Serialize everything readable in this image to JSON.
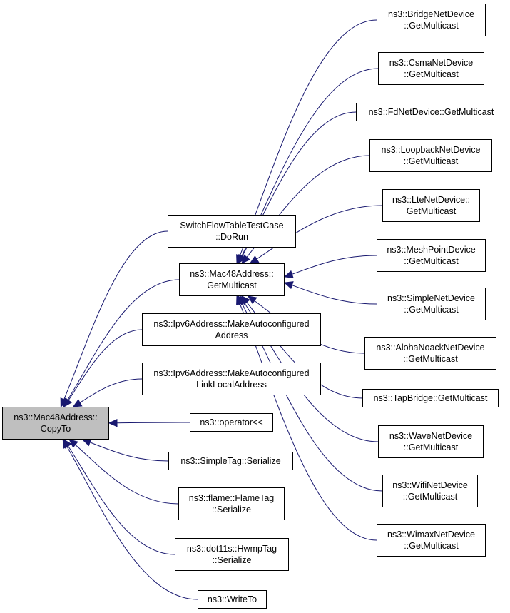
{
  "colors": {
    "edge": "#191970",
    "root_fill": "#bfbfbf",
    "node_fill": "#ffffff",
    "border": "#000000"
  },
  "nodes": {
    "root": [
      "ns3::Mac48Address::",
      "CopyTo"
    ],
    "switch_flow": [
      "SwitchFlowTableTestCase",
      "::DoRun"
    ],
    "mac48_getmulticast": [
      "ns3::Mac48Address::",
      "GetMulticast"
    ],
    "ipv6_autoconf": [
      "ns3::Ipv6Address::MakeAutoconfigured",
      "Address"
    ],
    "ipv6_linklocal": [
      "ns3::Ipv6Address::MakeAutoconfigured",
      "LinkLocalAddress"
    ],
    "operator_shift": [
      "ns3::operator<<"
    ],
    "simpletag_serialize": [
      "ns3::SimpleTag::Serialize"
    ],
    "flametag_serialize": [
      "ns3::flame::FlameTag",
      "::Serialize"
    ],
    "hwmptag_serialize": [
      "ns3::dot11s::HwmpTag",
      "::Serialize"
    ],
    "writeto": [
      "ns3::WriteTo"
    ],
    "bridge": [
      "ns3::BridgeNetDevice",
      "::GetMulticast"
    ],
    "csma": [
      "ns3::CsmaNetDevice",
      "::GetMulticast"
    ],
    "fd": [
      "ns3::FdNetDevice::GetMulticast"
    ],
    "loopback": [
      "ns3::LoopbackNetDevice",
      "::GetMulticast"
    ],
    "lte": [
      "ns3::LteNetDevice::",
      "GetMulticast"
    ],
    "meshpoint": [
      "ns3::MeshPointDevice",
      "::GetMulticast"
    ],
    "simplenet": [
      "ns3::SimpleNetDevice",
      "::GetMulticast"
    ],
    "aloha": [
      "ns3::AlohaNoackNetDevice",
      "::GetMulticast"
    ],
    "tapbridge": [
      "ns3::TapBridge::GetMulticast"
    ],
    "wave": [
      "ns3::WaveNetDevice",
      "::GetMulticast"
    ],
    "wifi": [
      "ns3::WifiNetDevice",
      "::GetMulticast"
    ],
    "wimax": [
      "ns3::WimaxNetDevice",
      "::GetMulticast"
    ]
  },
  "edges": [
    [
      "switch_flow",
      "root"
    ],
    [
      "mac48_getmulticast",
      "root"
    ],
    [
      "ipv6_autoconf",
      "root"
    ],
    [
      "ipv6_linklocal",
      "root"
    ],
    [
      "operator_shift",
      "root"
    ],
    [
      "simpletag_serialize",
      "root"
    ],
    [
      "flametag_serialize",
      "root"
    ],
    [
      "hwmptag_serialize",
      "root"
    ],
    [
      "writeto",
      "root"
    ],
    [
      "bridge",
      "mac48_getmulticast"
    ],
    [
      "csma",
      "mac48_getmulticast"
    ],
    [
      "fd",
      "mac48_getmulticast"
    ],
    [
      "loopback",
      "mac48_getmulticast"
    ],
    [
      "lte",
      "mac48_getmulticast"
    ],
    [
      "meshpoint",
      "mac48_getmulticast"
    ],
    [
      "simplenet",
      "mac48_getmulticast"
    ],
    [
      "aloha",
      "mac48_getmulticast"
    ],
    [
      "tapbridge",
      "mac48_getmulticast"
    ],
    [
      "wave",
      "mac48_getmulticast"
    ],
    [
      "wifi",
      "mac48_getmulticast"
    ],
    [
      "wimax",
      "mac48_getmulticast"
    ]
  ]
}
